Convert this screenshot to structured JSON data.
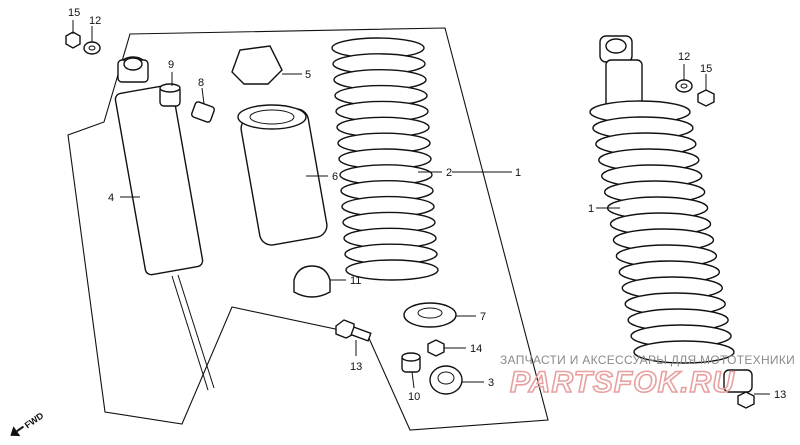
{
  "labels": {
    "l15a": "15",
    "l12a": "12",
    "l9": "9",
    "l8": "8",
    "l5": "5",
    "l4": "4",
    "l6": "6",
    "l2": "2",
    "l1a": "1",
    "l11": "11",
    "l7": "7",
    "l14": "14",
    "l13a": "13",
    "l10": "10",
    "l3": "3",
    "l12b": "12",
    "l15b": "15",
    "l1b": "1",
    "l13b": "13"
  },
  "fwd": "FWD",
  "watermark": {
    "top": "ЗАПЧАСТИ И АКСЕССУАРЫ ДЛЯ МОТОТЕХНИКИ",
    "logo": "PARTSFOK.RU"
  },
  "colors": {
    "line": "#111111",
    "watermark_text": "#8a8a8a",
    "watermark_logo": "#e8a0a0"
  }
}
